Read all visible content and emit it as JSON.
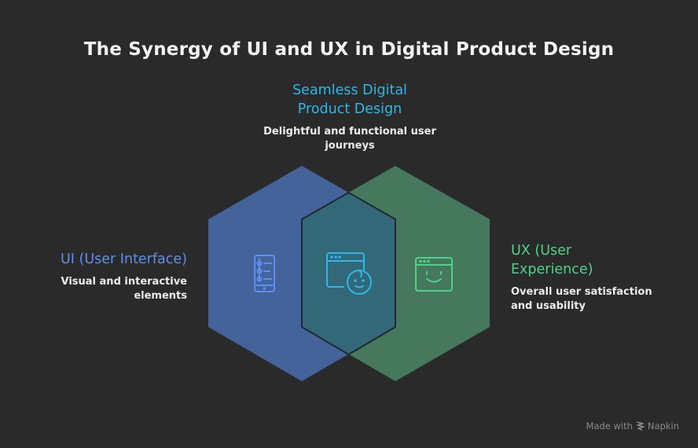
{
  "title": "The Synergy of UI and UX in Digital Product Design",
  "colors": {
    "background": "#2a2a2a",
    "ui_fill": "#44639b",
    "ux_fill": "#45785c",
    "overlap_fill": "#336878",
    "ui_accent": "#5b8ff0",
    "ux_accent": "#4fd18a",
    "overlap_accent": "#2cb8e8"
  },
  "sections": {
    "overlap": {
      "heading": "Seamless Digital Product Design",
      "heading_line1": "Seamless Digital",
      "heading_line2": "Product Design",
      "description_line1": "Delightful and functional user",
      "description_line2": "journeys",
      "icon": "browser-baby-face-icon"
    },
    "ui": {
      "heading": "UI (User Interface)",
      "description_line1": "Visual and interactive",
      "description_line2": "elements",
      "icon": "mobile-list-icon"
    },
    "ux": {
      "heading_line1": "UX (User",
      "heading_line2": "Experience)",
      "description_line1": "Overall user satisfaction",
      "description_line2": "and usability",
      "icon": "browser-smile-icon"
    }
  },
  "footer": {
    "made_with": "Made with",
    "brand": "Napkin"
  }
}
